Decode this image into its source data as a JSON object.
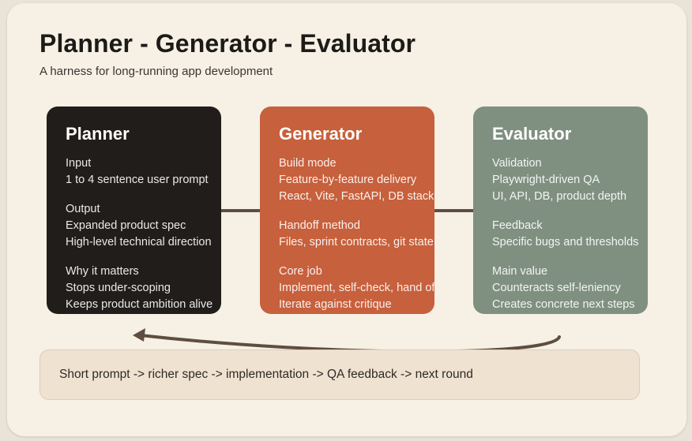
{
  "header": {
    "title": "Planner - Generator - Evaluator",
    "subtitle": "A harness for long-running app development"
  },
  "colors": {
    "planner": "#211d1a",
    "generator": "#c7603c",
    "evaluator": "#7f9080",
    "connector": "#5e4e40",
    "footer_bg": "#efe2d1"
  },
  "boxes": [
    {
      "title": "Planner",
      "sections": [
        {
          "heading": "Input",
          "lines": [
            "1 to 4 sentence user prompt"
          ]
        },
        {
          "heading": "Output",
          "lines": [
            "Expanded product spec",
            "High-level technical direction"
          ]
        },
        {
          "heading": "Why it matters",
          "lines": [
            "Stops under-scoping",
            "Keeps product ambition alive"
          ]
        }
      ]
    },
    {
      "title": "Generator",
      "sections": [
        {
          "heading": "Build mode",
          "lines": [
            "Feature-by-feature delivery",
            "React, Vite, FastAPI, DB stack"
          ]
        },
        {
          "heading": "Handoff method",
          "lines": [
            "Files, sprint contracts, git state"
          ]
        },
        {
          "heading": "Core job",
          "lines": [
            "Implement, self-check, hand off",
            "Iterate against critique"
          ]
        }
      ]
    },
    {
      "title": "Evaluator",
      "sections": [
        {
          "heading": "Validation",
          "lines": [
            "Playwright-driven QA",
            "UI, API, DB, product depth"
          ]
        },
        {
          "heading": "Feedback",
          "lines": [
            "Specific bugs and thresholds"
          ]
        },
        {
          "heading": "Main value",
          "lines": [
            "Counteracts self-leniency",
            "Creates concrete next steps"
          ]
        }
      ]
    }
  ],
  "footer": {
    "text": "Short prompt -> richer spec -> implementation -> QA feedback -> next round"
  }
}
